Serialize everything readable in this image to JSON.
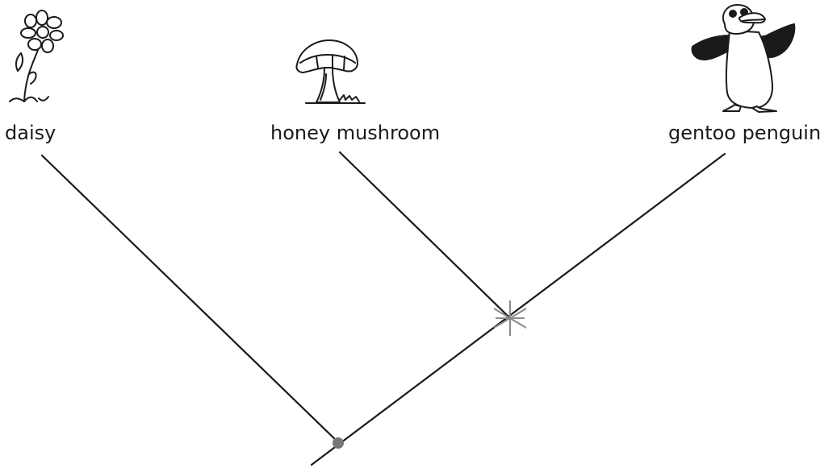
{
  "taxa": [
    {
      "name": "daisy",
      "icon": "daisy-icon"
    },
    {
      "name": "honey mushroom",
      "icon": "mushroom-icon"
    },
    {
      "name": "gentoo penguin",
      "icon": "penguin-icon"
    }
  ],
  "colors": {
    "line": "#1a1a1a",
    "node_dot": "#777777",
    "node_star": "#8a8a8a"
  }
}
